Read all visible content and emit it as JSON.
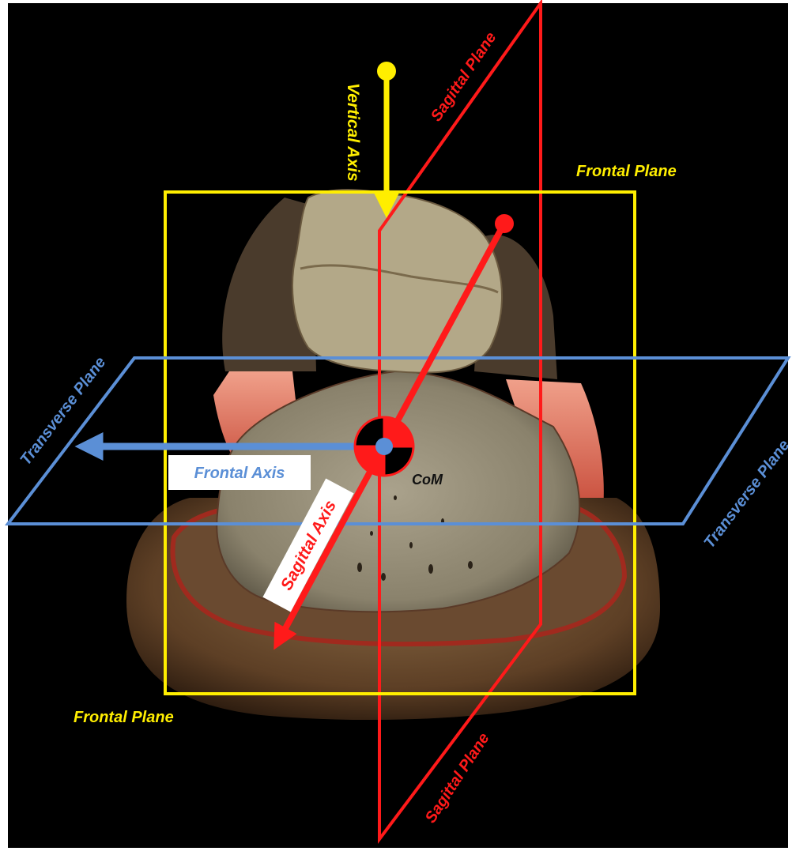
{
  "labels": {
    "vertical_axis": "Vertical Axis",
    "sagittal_plane_top": "Sagittal Plane",
    "sagittal_plane_bottom": "Sagittal Plane",
    "frontal_plane_top": "Frontal Plane",
    "frontal_plane_bottom": "Frontal Plane",
    "transverse_plane_left": "Transverse Plane",
    "transverse_plane_right": "Transverse Plane",
    "frontal_axis": "Frontal Axis",
    "sagittal_axis": "Sagittal Axis",
    "com": "CoM"
  },
  "colors": {
    "background": "#000000",
    "frame": "#ffffff",
    "frontal_plane": "#ffee00",
    "vertical_axis": "#ffee00",
    "sagittal": "#ff1a1a",
    "transverse": "#5b8fd6",
    "frontal_axis_text": "#5b8fd6",
    "label_box": "#ffffff",
    "com_text": "#111111",
    "hoof_wall": "#6e4a2c",
    "bone": "#9c937d",
    "hair": "#4a3b2c",
    "tissue": "#d8554a"
  },
  "subject_icon": "hoof-bone-photo"
}
